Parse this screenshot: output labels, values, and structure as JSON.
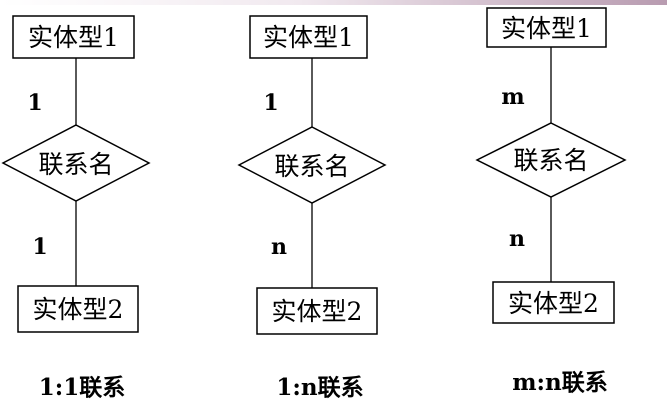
{
  "diagrams": [
    {
      "top_entity": "实体型1",
      "relationship": "联系名",
      "bottom_entity": "实体型2",
      "top_cardinality": "1",
      "bottom_cardinality": "1",
      "caption": "1:1联系"
    },
    {
      "top_entity": "实体型1",
      "relationship": "联系名",
      "bottom_entity": "实体型2",
      "top_cardinality": "1",
      "bottom_cardinality": "n",
      "caption": "1:n联系"
    },
    {
      "top_entity": "实体型1",
      "relationship": "联系名",
      "bottom_entity": "实体型2",
      "top_cardinality": "m",
      "bottom_cardinality": "n",
      "caption": "m:n联系"
    }
  ]
}
